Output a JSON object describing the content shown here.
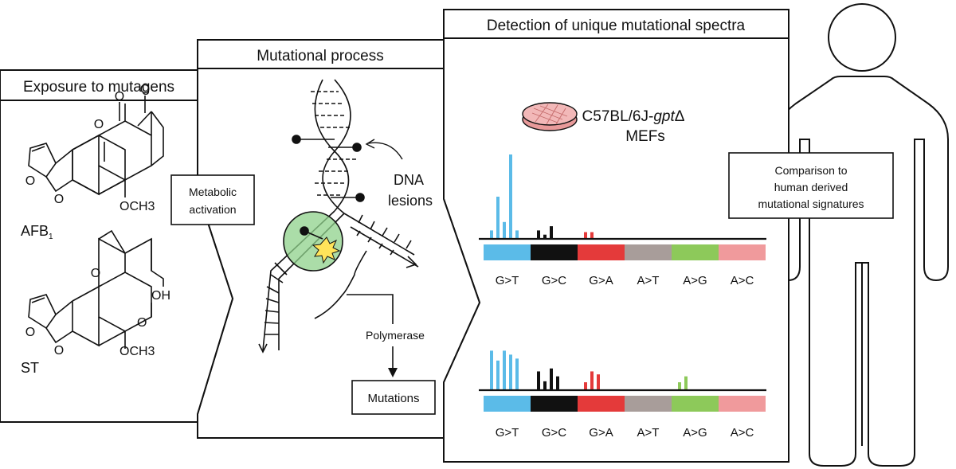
{
  "panels": {
    "exposure": {
      "title": "Exposure to mutagens"
    },
    "process": {
      "title": "Mutational process"
    },
    "detection": {
      "title": "Detection of unique mutational spectra"
    }
  },
  "compounds": {
    "afb1": {
      "name": "AFB",
      "subscript": "1",
      "group": "OCH3"
    },
    "st": {
      "name": "ST",
      "group": "OCH3",
      "hydroxyl": "OH"
    }
  },
  "process": {
    "metabolic_activation": [
      "Metabolic",
      "activation"
    ],
    "dna_lesions": [
      "DNA",
      "lesions"
    ],
    "polymerase": "Polymerase",
    "mutations": "Mutations"
  },
  "cells": {
    "line1_prefix": "C57BL/6J-",
    "line1_italic": "gpt",
    "line1_suffix": "Δ",
    "line2": "MEFs"
  },
  "comparison": [
    "Comparison to",
    "human derived",
    "mutational signatures"
  ],
  "chart_data": [
    {
      "type": "bar",
      "categories": [
        "G>T",
        "G>C",
        "G>A",
        "A>T",
        "A>G",
        "A>C"
      ],
      "category_colors": [
        "#5bbbe8",
        "#111111",
        "#e43a3a",
        "#a89d9a",
        "#8dc95a",
        "#f09a9c"
      ],
      "values": [
        [
          1,
          5,
          2,
          10,
          1
        ],
        [
          1,
          0.5,
          1.5
        ],
        [
          0.8,
          0.8
        ],
        [],
        [],
        []
      ]
    },
    {
      "type": "bar",
      "categories": [
        "G>T",
        "G>C",
        "G>A",
        "A>T",
        "A>G",
        "A>C"
      ],
      "category_colors": [
        "#5bbbe8",
        "#111111",
        "#e43a3a",
        "#a89d9a",
        "#8dc95a",
        "#f09a9c"
      ],
      "values": [
        [
          4,
          3,
          4,
          3.6,
          3.2
        ],
        [
          1.9,
          0.9,
          2.2,
          1.4
        ],
        [
          0.8,
          1.9,
          1.6
        ],
        [],
        [
          0.8,
          1.4
        ],
        []
      ]
    }
  ]
}
